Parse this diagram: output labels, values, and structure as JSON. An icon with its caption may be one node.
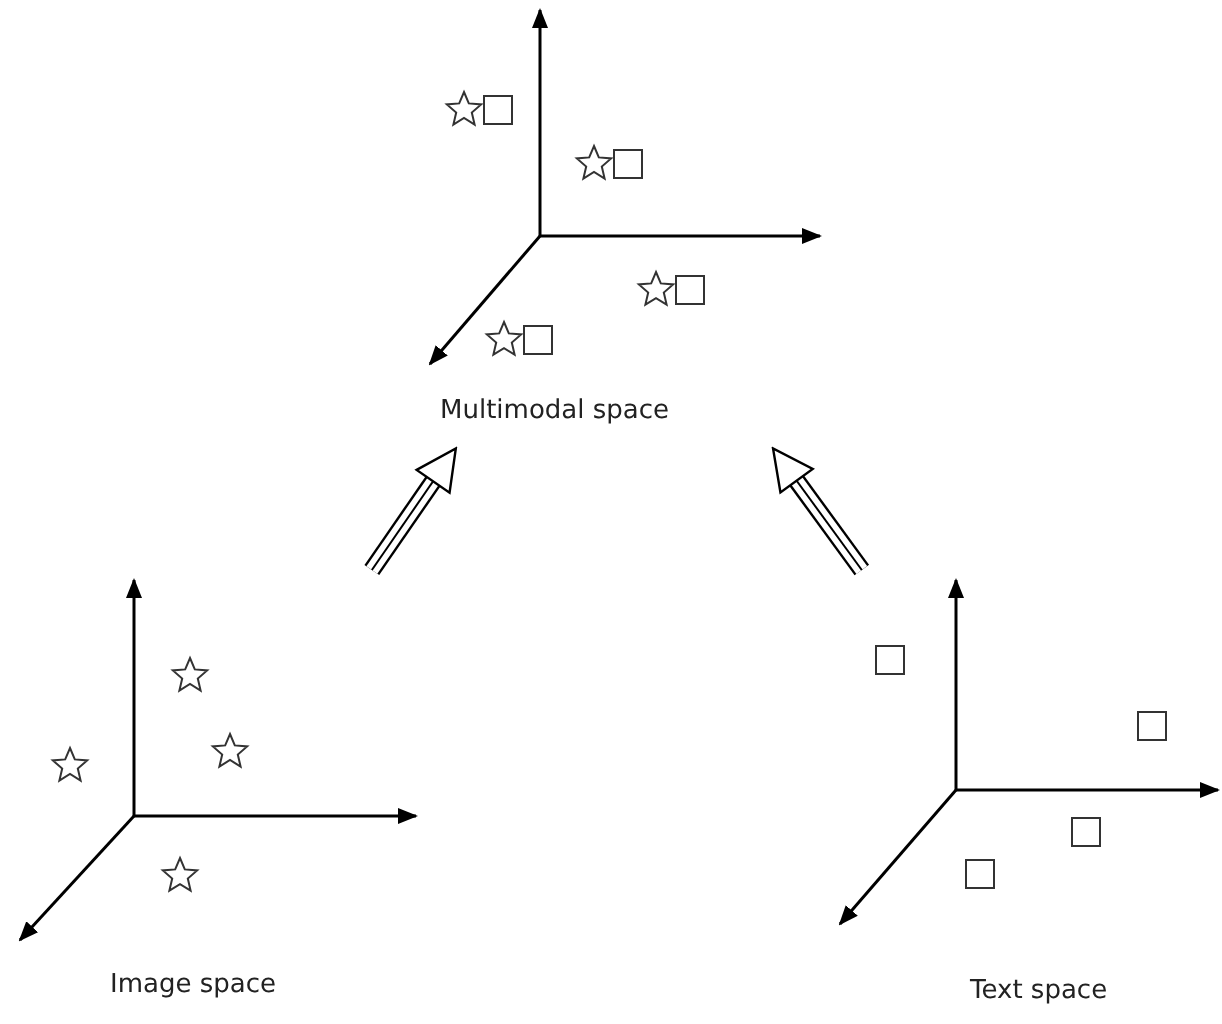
{
  "diagram": {
    "nodes": [
      {
        "text": [
          "Multimodal space"
        ]
      },
      {
        "text": [
          "Image space"
        ]
      },
      {
        "text": [
          "Text space"
        ]
      }
    ],
    "edges": [
      {
        "from": 1,
        "to": 0,
        "arrow": "to"
      },
      {
        "from": 2,
        "to": 0,
        "arrow": "to"
      }
    ]
  }
}
